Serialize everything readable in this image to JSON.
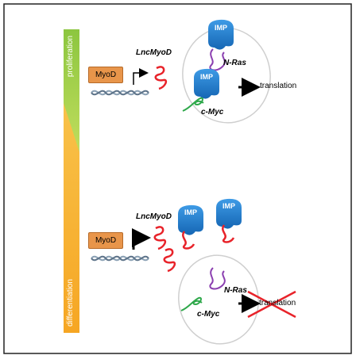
{
  "side_bar": {
    "top_label": "proliferation",
    "bottom_label": "differentiation",
    "colors": {
      "green": "#8cc63f",
      "orange": "#f6a623"
    }
  },
  "top_panel": {
    "protein": "MyoD",
    "lncrna": "LncMyoD",
    "imp_labels": [
      "IMP",
      "IMP"
    ],
    "targets": [
      "N-Ras",
      "c-Myc"
    ],
    "output": "translation"
  },
  "bottom_panel": {
    "protein": "MyoD",
    "lncrna": "LncMyoD",
    "imp_labels": [
      "IMP",
      "IMP"
    ],
    "targets": [
      "N-Ras",
      "c-Myc"
    ],
    "output": "translation"
  },
  "colors": {
    "box_fill": "#e8954a",
    "imp_blue": "#1f7fd1",
    "rna_red": "#e8232a",
    "nras_purple": "#8b3fb0",
    "cmyc_green": "#2ea84a",
    "dna_gray": "#8aa0b4"
  }
}
